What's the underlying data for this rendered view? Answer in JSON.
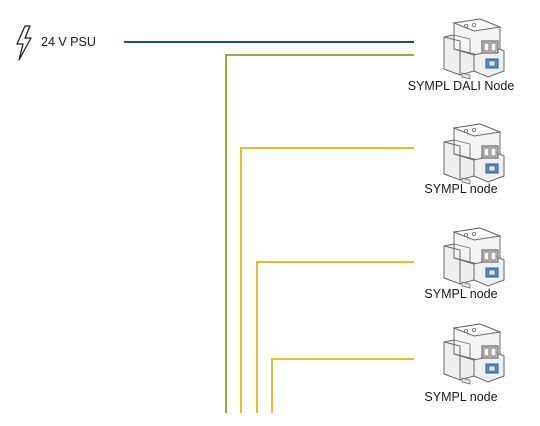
{
  "psu": {
    "label": "24 V PSU",
    "icon": "lightning-bolt-icon"
  },
  "nodes": [
    {
      "label": "SYMPL DALI Node",
      "icon": "din-rail-module-icon"
    },
    {
      "label": "SYMPL node",
      "icon": "din-rail-module-icon"
    },
    {
      "label": "SYMPL node",
      "icon": "din-rail-module-icon"
    },
    {
      "label": "SYMPL node",
      "icon": "din-rail-module-icon"
    }
  ],
  "colors": {
    "power_line": "#1f4e79",
    "green_line": "#8cb43c",
    "yellow_line": "#efbb2b",
    "module_stroke": "#6a6a6a",
    "module_fill": "#f2f2f2",
    "text": "#1a1a1a"
  }
}
